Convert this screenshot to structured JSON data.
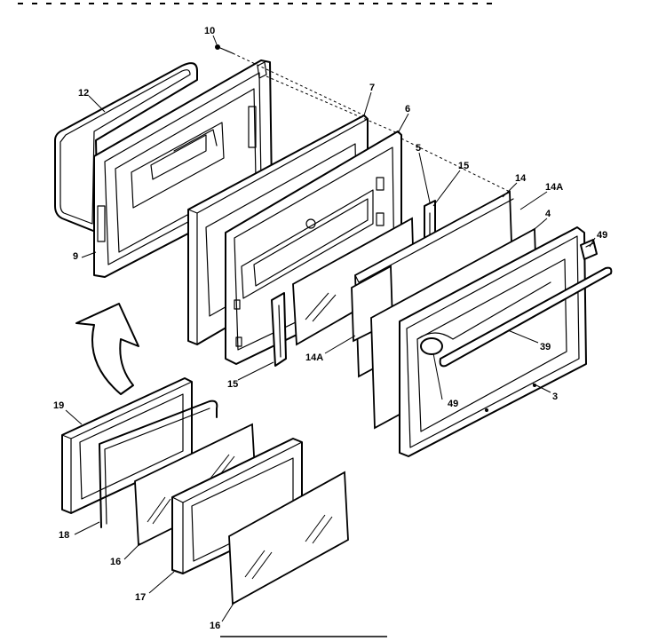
{
  "header_text": "",
  "labels": {
    "p10": "10",
    "p12": "12",
    "p7": "7",
    "p6": "6",
    "p5": "5",
    "p15a": "15",
    "p14": "14",
    "p14a": "14A",
    "p4": "4",
    "p49a": "49",
    "p9": "9",
    "p39": "39",
    "p49b": "49",
    "p3": "3",
    "p14a2": "14A",
    "p15b": "15",
    "p19": "19",
    "p18": "18",
    "p16a": "16",
    "p17": "17",
    "p16b": "16"
  }
}
